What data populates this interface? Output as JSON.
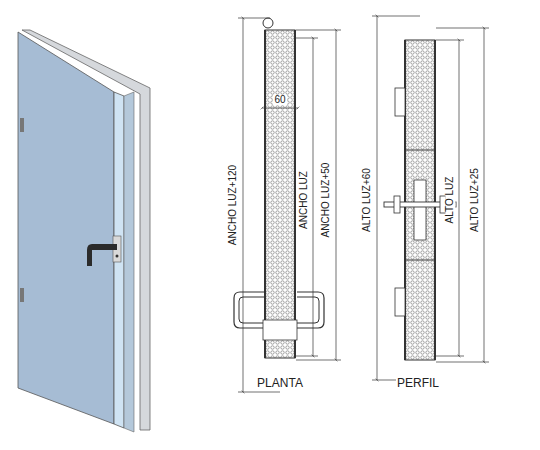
{
  "diagram": {
    "labels": [
      "60",
      "ANCHO LUZ+120",
      "ANCHO LUZ",
      "ANCHO LUZ+50",
      "PLANTA",
      "ALTO LUZ+60",
      "ALTO LUZ",
      "ALTO LUZ+25",
      "PERFIL"
    ]
  }
}
